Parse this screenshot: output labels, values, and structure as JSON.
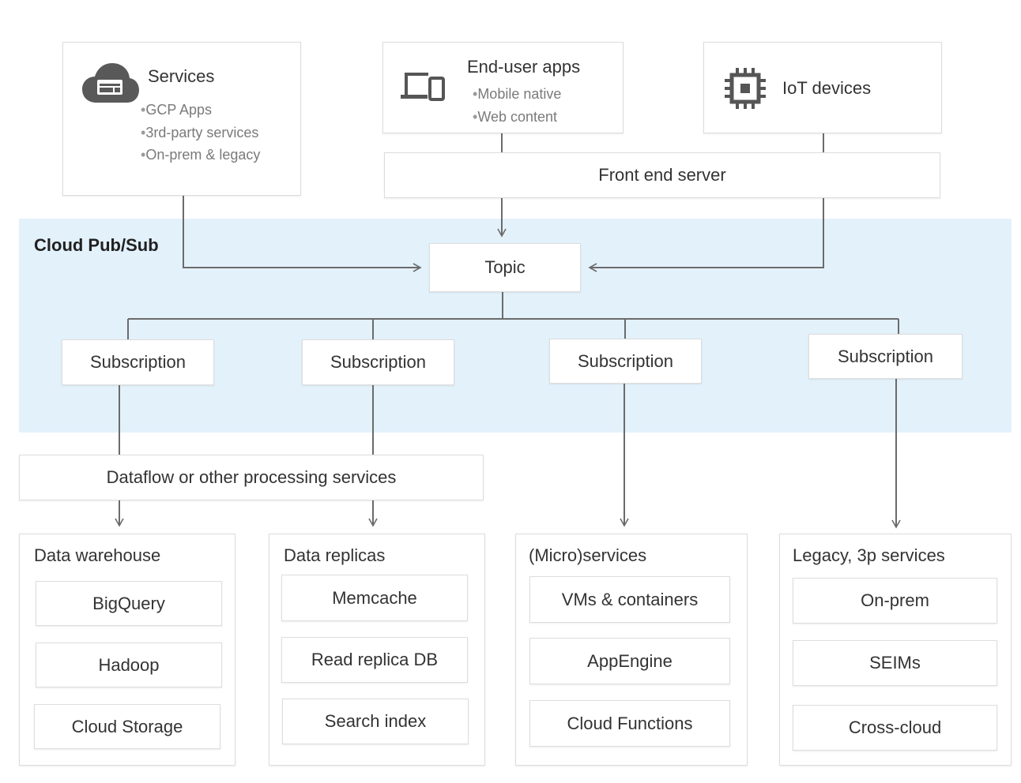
{
  "sources": {
    "services": {
      "title": "Services",
      "icon": "cloud-icon",
      "items": [
        "GCP Apps",
        "3rd-party services",
        "On-prem & legacy"
      ]
    },
    "end_user_apps": {
      "title": "End-user apps",
      "icon": "devices-icon",
      "items": [
        "Mobile native",
        "Web content"
      ]
    },
    "iot": {
      "title": "IoT devices",
      "icon": "chip-icon"
    }
  },
  "front_end_server": "Front end server",
  "pubsub": {
    "label": "Cloud Pub/Sub",
    "topic": "Topic",
    "subscriptions": [
      "Subscription",
      "Subscription",
      "Subscription",
      "Subscription"
    ],
    "background_color": "#e3f1fb"
  },
  "dataflow": "Dataflow or other processing services",
  "destinations": [
    {
      "title": "Data warehouse",
      "items": [
        "BigQuery",
        "Hadoop",
        "Cloud Storage"
      ]
    },
    {
      "title": "Data replicas",
      "items": [
        "Memcache",
        "Read replica DB",
        "Search index"
      ]
    },
    {
      "title": "(Micro)services",
      "items": [
        "VMs & containers",
        "AppEngine",
        "Cloud Functions"
      ]
    },
    {
      "title": "Legacy, 3p services",
      "items": [
        "On-prem",
        "SEIMs",
        "Cross-cloud"
      ]
    }
  ],
  "colors": {
    "line": "#6b6b6b",
    "border": "#dddddd",
    "bullet_text": "#7a7a7a"
  }
}
